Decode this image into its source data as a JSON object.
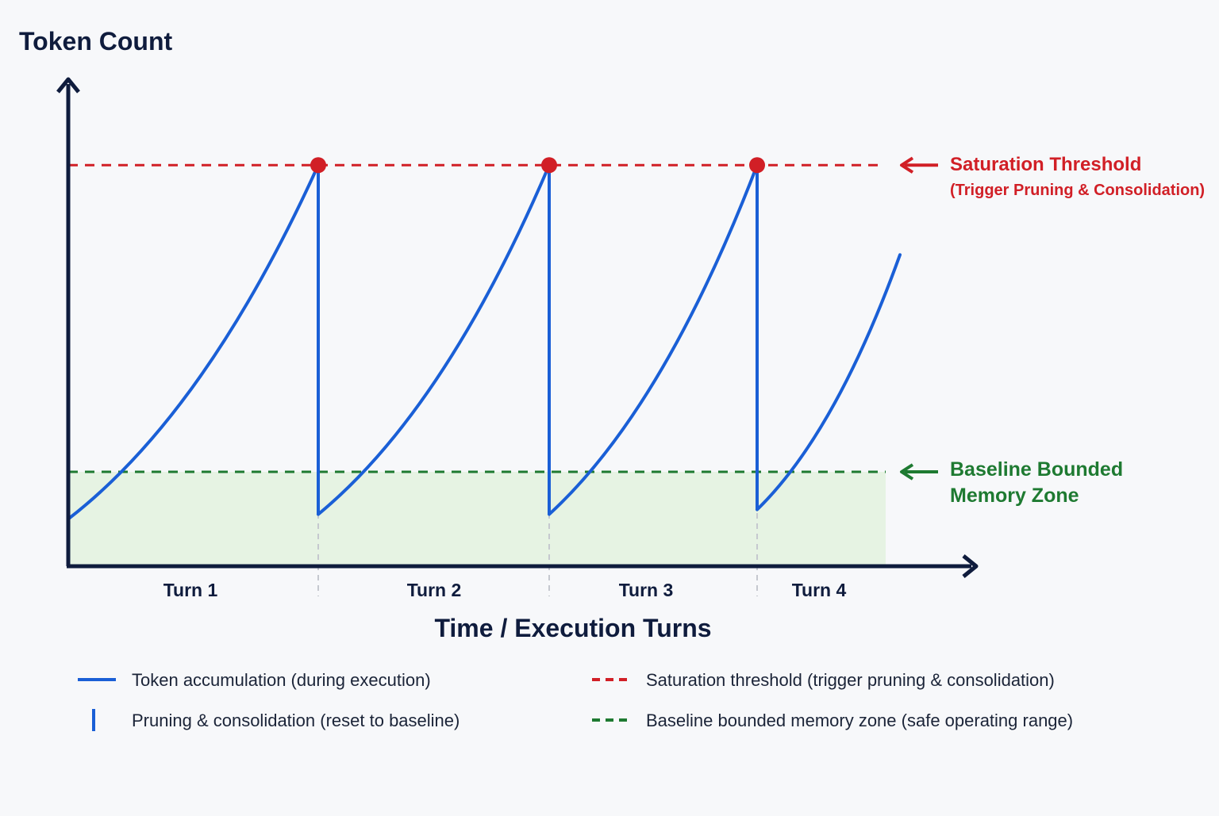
{
  "chart_data": {
    "type": "line",
    "ylabel": "Token Count",
    "xlabel": "Time / Execution Turns",
    "categories": [
      "Turn 1",
      "Turn 2",
      "Turn 3",
      "Turn 4"
    ],
    "grid": false,
    "axis_ticks_numeric": false,
    "threshold": {
      "name": "Saturation Threshold",
      "note": "(Trigger Pruning & Consolidation)",
      "relative_level": 0.85,
      "color": "#d11f26"
    },
    "baseline": {
      "name_lines": [
        "Baseline Bounded",
        "Memory Zone"
      ],
      "relative_level": 0.2,
      "color": "#1e7a31",
      "zone_fill": "#e6f3e3"
    },
    "series": [
      {
        "color": "#1a5fd6",
        "segments": [
          {
            "turn": "Turn 1",
            "start": 0.1,
            "end": 0.85
          },
          {
            "turn": "Turn 2",
            "start": 0.11,
            "end": 0.85
          },
          {
            "turn": "Turn 3",
            "start": 0.11,
            "end": 0.85
          },
          {
            "turn": "Turn 4",
            "start": 0.12,
            "end": 0.66
          }
        ],
        "resets_at_threshold": 3
      }
    ],
    "legend": {
      "placement": "bottom",
      "items": [
        {
          "label": "Token accumulation (during execution)",
          "style": "solid-line",
          "color": "#1a5fd6"
        },
        {
          "label": "Saturation threshold (trigger pruning & consolidation)",
          "style": "dashed-line",
          "color": "#d11f26"
        },
        {
          "label": "Pruning & consolidation (reset to baseline)",
          "style": "vertical-tick",
          "color": "#1a5fd6"
        },
        {
          "label": "Baseline bounded memory zone (safe operating range)",
          "style": "dashed-line",
          "color": "#1e7a31"
        }
      ]
    }
  },
  "colors": {
    "axis": "#0f1c3d",
    "background": "#f7f8fa",
    "turn_divider": "#c5c8cf"
  }
}
